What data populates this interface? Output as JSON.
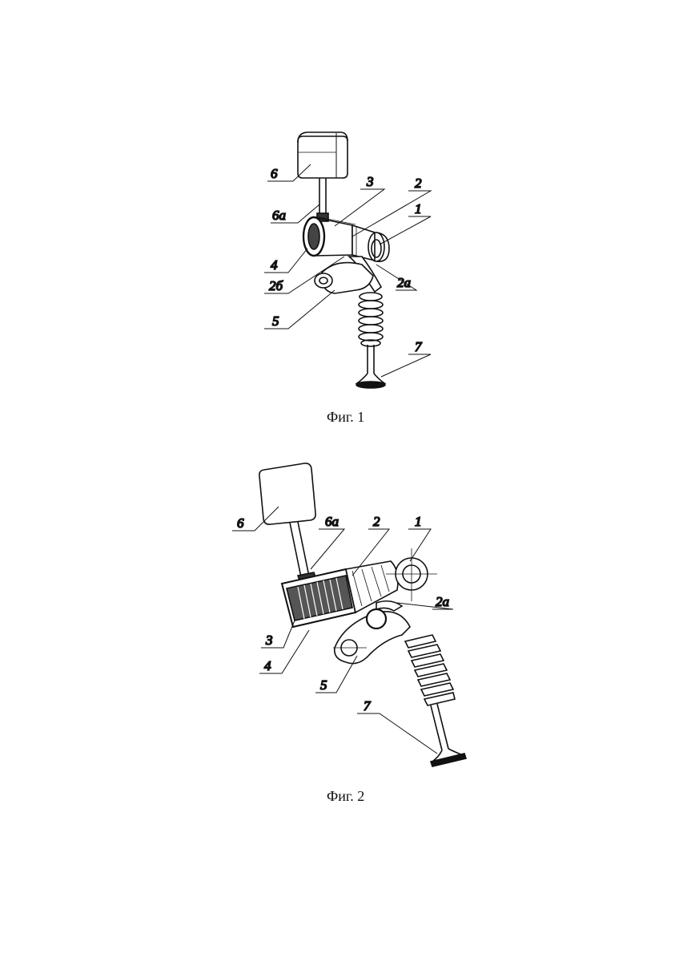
{
  "figures": [
    {
      "caption": "Фиг. 1",
      "labels": {
        "l6": "6",
        "l6a": "6а",
        "l3": "3",
        "l2": "2",
        "l1": "1",
        "l4": "4",
        "l2b": "2б",
        "l2a": "2а",
        "l5": "5",
        "l7": "7"
      }
    },
    {
      "caption": "Фиг. 2",
      "labels": {
        "l6": "6",
        "l6a": "6а",
        "l2": "2",
        "l1": "1",
        "l2a": "2а",
        "l3": "3",
        "l4": "4",
        "l5": "5",
        "l7": "7"
      }
    }
  ]
}
